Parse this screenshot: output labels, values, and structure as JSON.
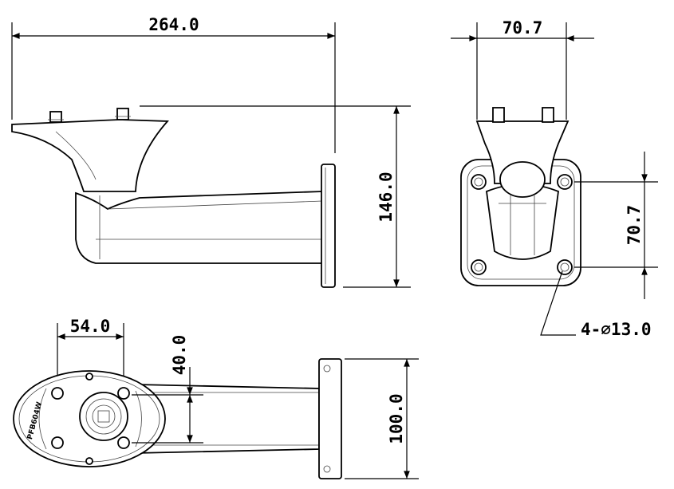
{
  "dimensions": {
    "side_length": "264.0",
    "side_height": "146.0",
    "front_width": "70.7",
    "front_hole_spacing": "70.7",
    "holes": "4-∅13.0",
    "bottom_hole_spacing": "54.0",
    "bottom_arm_width": "40.0",
    "bottom_plate_height": "100.0"
  },
  "model_label": "PFB604W"
}
